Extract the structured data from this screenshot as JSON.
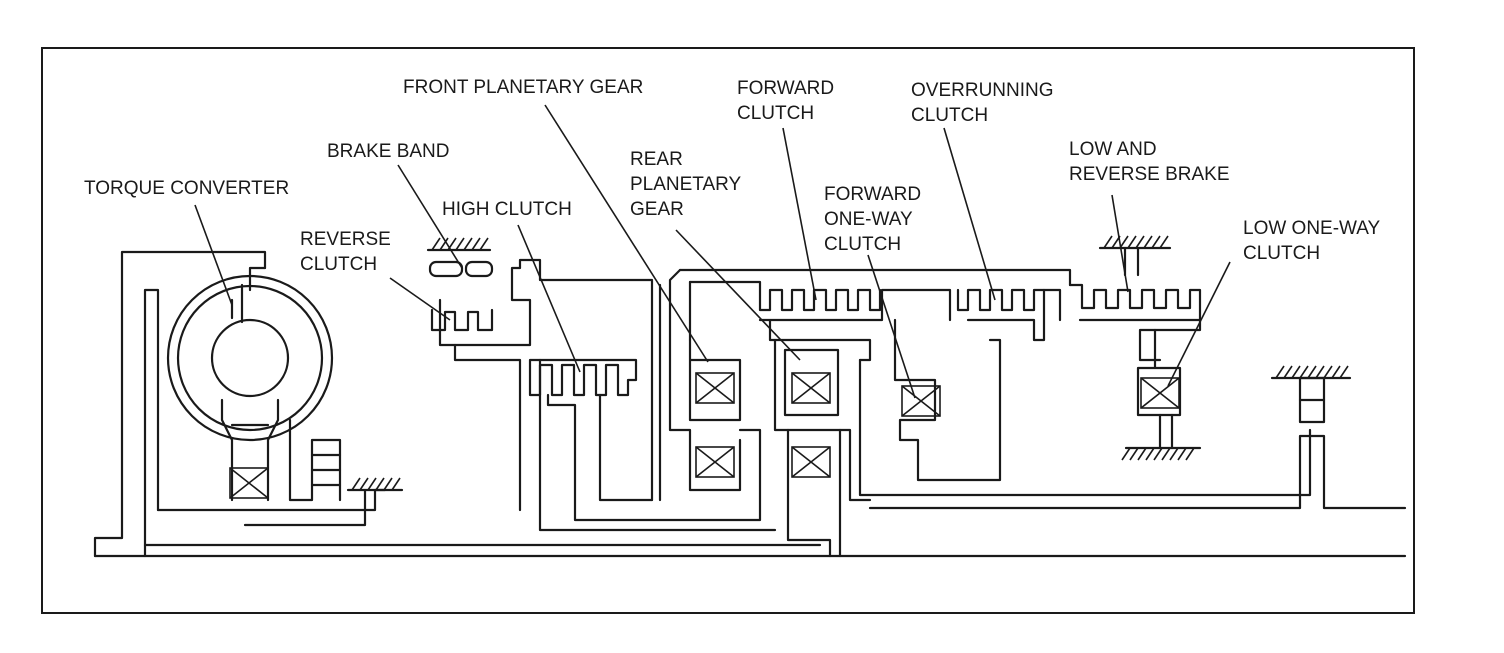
{
  "labels": {
    "front_planetary_gear": "FRONT PLANETARY GEAR",
    "forward_clutch": [
      "FORWARD",
      "CLUTCH"
    ],
    "overrunning_clutch": [
      "OVERRUNNING",
      "CLUTCH"
    ],
    "brake_band": "BRAKE BAND",
    "rear_planetary_gear": [
      "REAR",
      "PLANETARY",
      "GEAR"
    ],
    "low_and_reverse_brake": [
      "LOW AND",
      "REVERSE BRAKE"
    ],
    "torque_converter": "TORQUE CONVERTER",
    "forward_one_way_clutch": [
      "FORWARD",
      "ONE-WAY",
      "CLUTCH"
    ],
    "high_clutch": "HIGH CLUTCH",
    "reverse_clutch": [
      "REVERSE",
      "CLUTCH"
    ],
    "low_one_way_clutch": [
      "LOW ONE-WAY",
      "CLUTCH"
    ]
  }
}
